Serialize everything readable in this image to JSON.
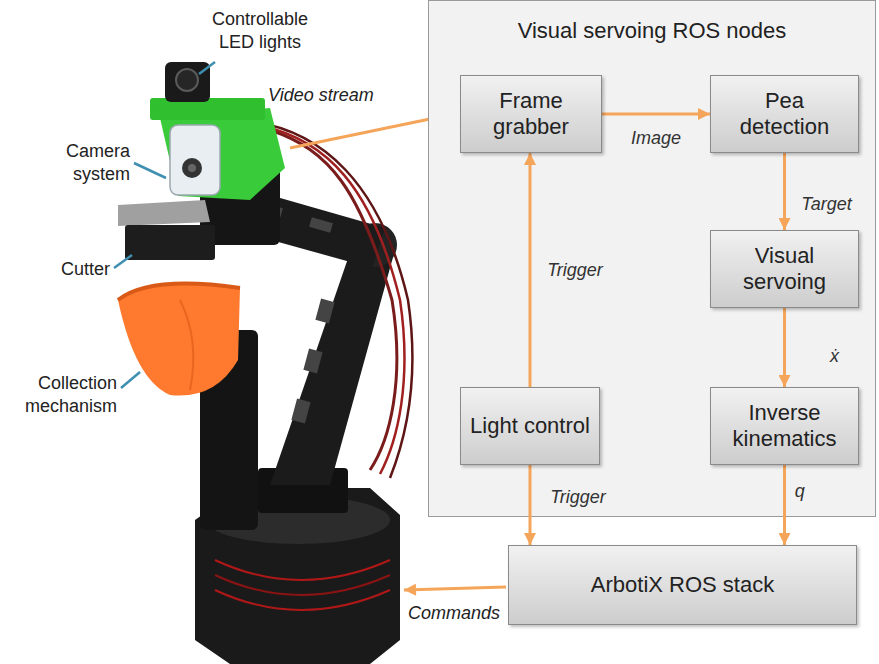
{
  "diagram": {
    "nodes": [
      {
        "text": [
          "Visual servoing ROS nodes"
        ]
      },
      {
        "text": [
          "Frame grabber"
        ],
        "in": 0
      },
      {
        "text": [
          "Pea detection"
        ],
        "in": 0
      },
      {
        "text": [
          "Visual servoing"
        ],
        "in": 0
      },
      {
        "text": [
          "Light control"
        ],
        "in": 0
      },
      {
        "text": [
          "Inverse kinematics"
        ],
        "in": 0
      },
      {
        "text": [
          "ArbotiX ROS stack"
        ]
      }
    ],
    "edges": [
      {
        "from": 1,
        "to": 2,
        "arrow": "to",
        "label": "Image"
      },
      {
        "from": 2,
        "to": 3,
        "arrow": "to",
        "label": "Target"
      },
      {
        "from": 4,
        "to": 1,
        "arrow": "to",
        "label": "Trigger"
      },
      {
        "from": 3,
        "to": 5,
        "arrow": "to",
        "label": "ẋ"
      },
      {
        "from": 4,
        "to": 6,
        "arrow": "to",
        "label": "Trigger"
      },
      {
        "from": 5,
        "to": 6,
        "arrow": "to",
        "label": "q⃗"
      }
    ],
    "labels": [
      "Controllable LED lights",
      "Camera system",
      "Video stream",
      "Cutter",
      "Collection mechanism",
      "Commands"
    ]
  }
}
